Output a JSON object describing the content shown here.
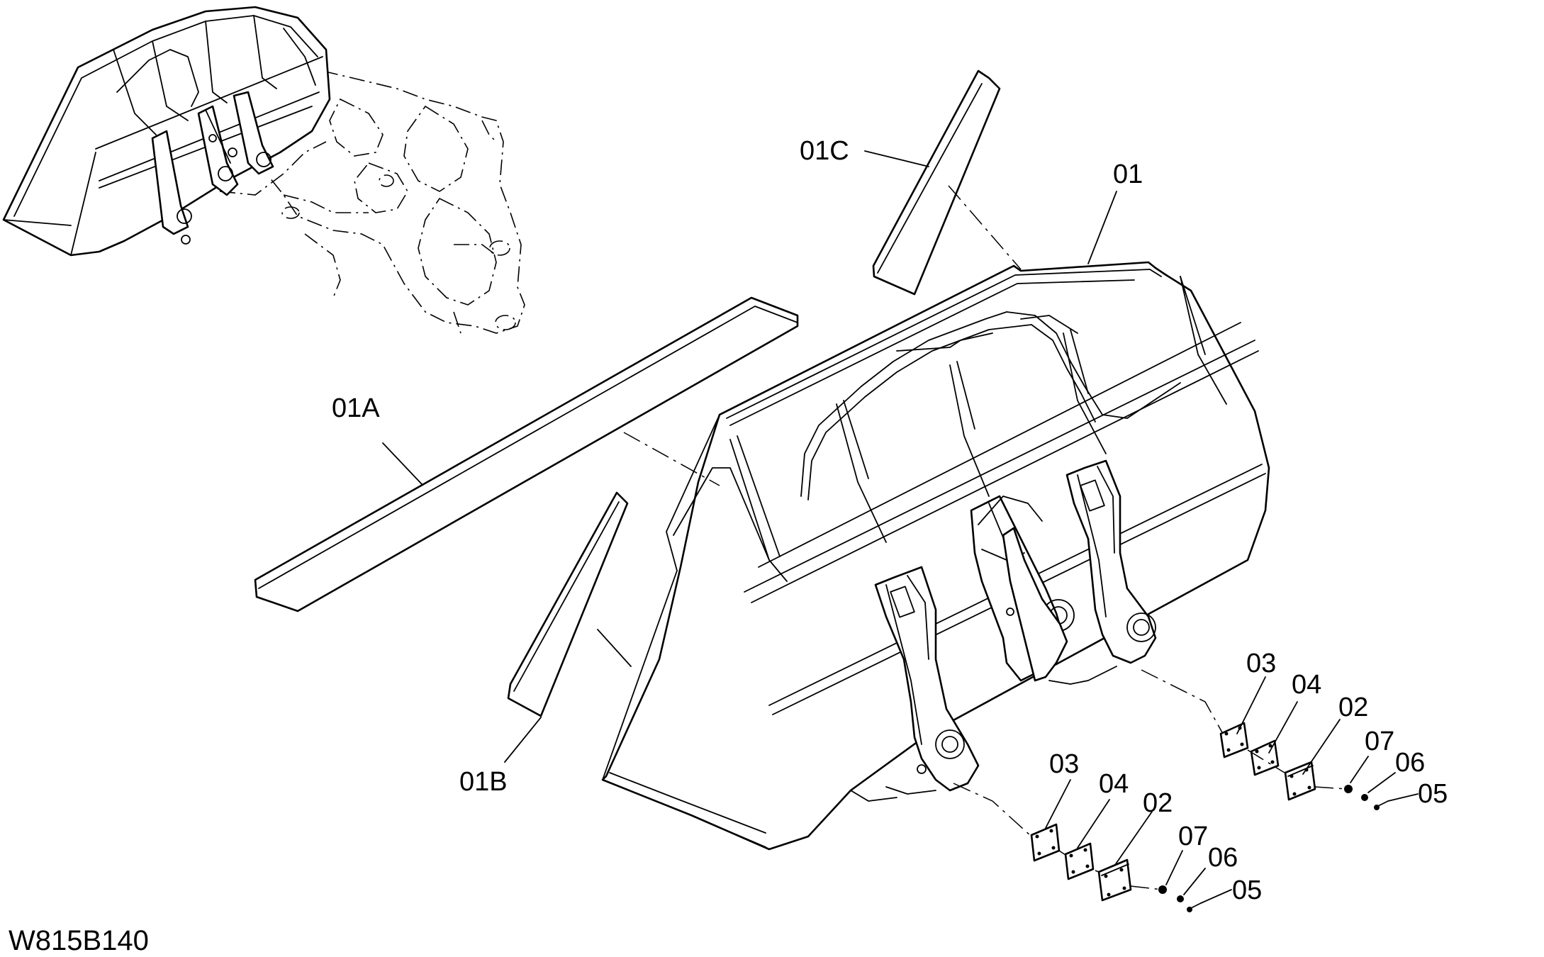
{
  "drawing_id": "W815B140",
  "callouts": [
    {
      "id": "01",
      "label": "01"
    },
    {
      "id": "01A",
      "label": "01A"
    },
    {
      "id": "01B",
      "label": "01B"
    },
    {
      "id": "01C",
      "label": "01C"
    },
    {
      "id": "03a",
      "label": "03"
    },
    {
      "id": "04a",
      "label": "04"
    },
    {
      "id": "02a",
      "label": "02"
    },
    {
      "id": "07a",
      "label": "07"
    },
    {
      "id": "06a",
      "label": "06"
    },
    {
      "id": "05a",
      "label": "05"
    },
    {
      "id": "03b",
      "label": "03"
    },
    {
      "id": "04b",
      "label": "04"
    },
    {
      "id": "02b",
      "label": "02"
    },
    {
      "id": "07b",
      "label": "07"
    },
    {
      "id": "06b",
      "label": "06"
    },
    {
      "id": "05b",
      "label": "05"
    }
  ]
}
